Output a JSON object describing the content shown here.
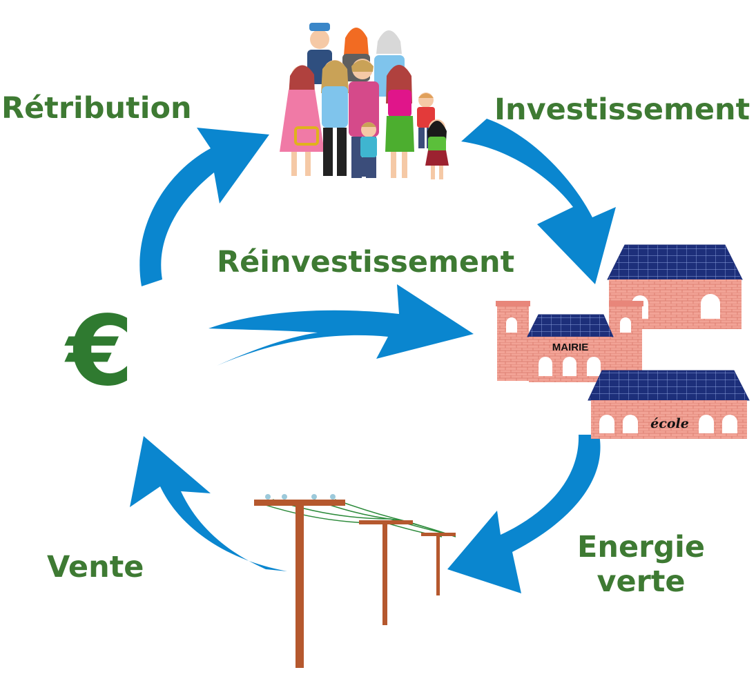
{
  "labels": {
    "retribution": "Rétribution",
    "investissement": "Investissement",
    "reinvestissement": "Réinvestissement",
    "vente": "Vente",
    "energie_line1": "Energie",
    "energie_line2": "verte"
  },
  "currency_symbol": "€",
  "buildings": {
    "mairie": "MAIRIE",
    "ecole": "école"
  },
  "colors": {
    "arrow": "#0a86cf",
    "label_green": "#3e7a33",
    "brick": "#ee9a8e",
    "solar_roof": "#1f3a8a",
    "pole_wood": "#b5582e"
  },
  "icons": [
    "people-group-icon",
    "public-buildings-icon",
    "power-line-icon",
    "euro-icon"
  ]
}
